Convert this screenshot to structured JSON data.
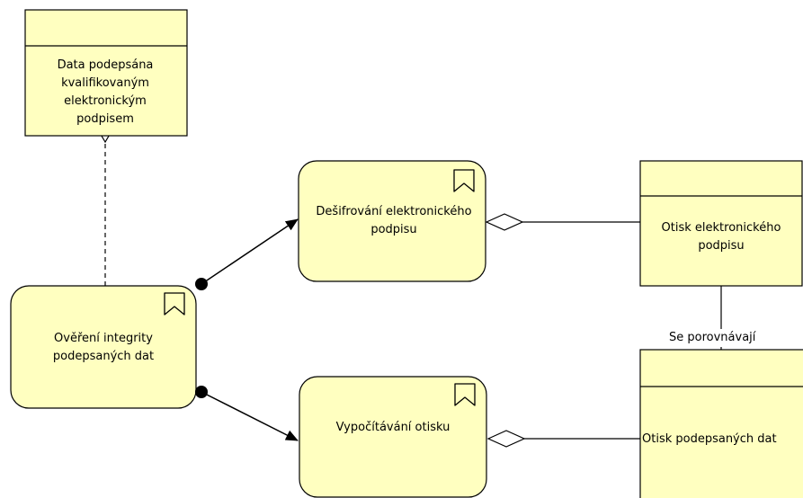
{
  "colors": {
    "element_fill": "#ffffc0",
    "stroke": "#000000",
    "background": "#ffffff"
  },
  "icons": {
    "process": "bookmark-icon"
  },
  "nodes": {
    "data_signed": {
      "label": "Data podepsána kvalifikovaným elektronickým podpisem",
      "kind": "data-object"
    },
    "decrypt": {
      "label": "Dešifrování elektronického podpisu",
      "kind": "process"
    },
    "verify": {
      "label": "Ověření integrity podepsaných dat",
      "kind": "process"
    },
    "compute": {
      "label": "Vypočítávání otisku",
      "kind": "process"
    },
    "signature_hash": {
      "label": "Otisk elektronického podpisu",
      "kind": "data-object"
    },
    "data_hash": {
      "label": "Otisk podepsaných dat",
      "kind": "data-object"
    }
  },
  "relations": {
    "compare_label": "Se porovnávají"
  }
}
